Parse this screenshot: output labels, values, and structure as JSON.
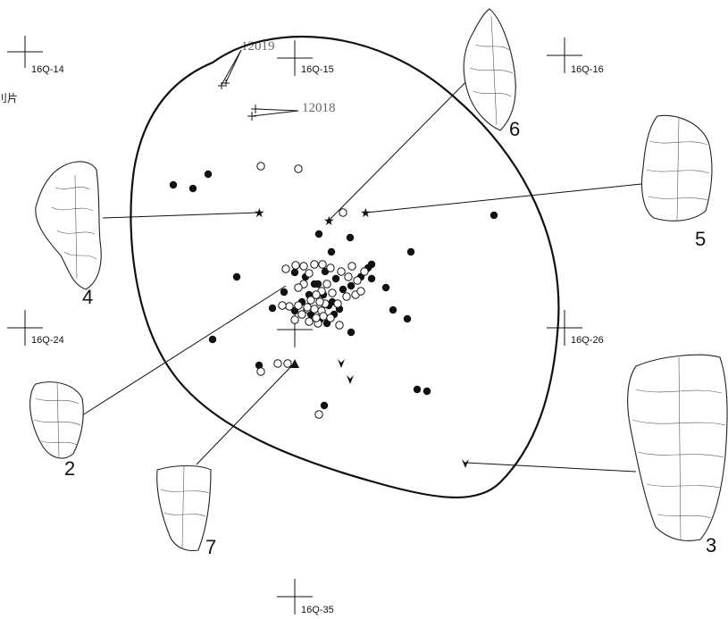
{
  "grid_labels": {
    "g14": "16Q-14",
    "g15": "16Q-15",
    "g16": "16Q-16",
    "g24": "16Q-24",
    "g26": "16Q-26",
    "g35": "16Q-35"
  },
  "feature_labels": {
    "f12019": "12019",
    "f12018": "12018"
  },
  "partial_text": "刂片",
  "artifact_numbers": {
    "a2": "2",
    "a3": "3",
    "a4": "4",
    "a5": "5",
    "a6": "6",
    "a7": "7"
  },
  "legend_symbols": {
    "filled_circle": "filled-circle-marker",
    "open_circle": "open-circle-marker",
    "star": "star-marker",
    "triangle": "triangle-marker",
    "arrowhead": "arrowhead-marker"
  }
}
